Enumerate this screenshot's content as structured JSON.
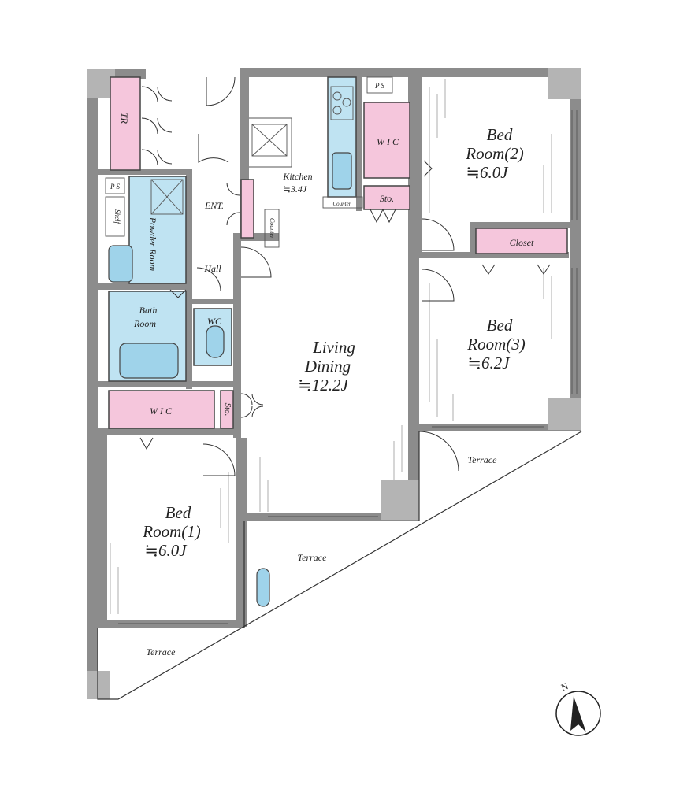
{
  "rooms": {
    "tr": "TR",
    "ps_top": "P S",
    "ps_left": "P S",
    "shelf": "Shelf",
    "kitchen": "Kitchen",
    "kitchen_size": "≒3.4J",
    "counter_kitchen": "Counter",
    "counter_ent": "Counter",
    "entrance": "ENT.",
    "powder_room": "Powder Room",
    "hall": "Hall",
    "bath_room_line1": "Bath",
    "bath_room_line2": "Room",
    "wc": "WC",
    "wic_top": "W I C",
    "sto_top": "Sto.",
    "wic_left": "W I C",
    "sto_mid": "Sto.",
    "closet": "Closet",
    "bed2_line1": "Bed",
    "bed2_line2": "Room(2)",
    "bed2_size": "≒6.0J",
    "bed3_line1": "Bed",
    "bed3_line2": "Room(3)",
    "bed3_size": "≒6.2J",
    "bed1_line1": "Bed",
    "bed1_line2": "Room(1)",
    "bed1_size": "≒6.0J",
    "living_line1": "Living",
    "living_line2": "Dining",
    "living_size": "≒12.2J",
    "terrace_right": "Terrace",
    "terrace_mid": "Terrace",
    "terrace_left": "Terrace"
  },
  "compass": {
    "north_label": "N"
  },
  "colors": {
    "storage_pink": "#f5c6dc",
    "wet_area_blue": "#bfe3f2",
    "fixture_blue": "#9fd3ea",
    "wall_gray": "#8c8c8c"
  }
}
